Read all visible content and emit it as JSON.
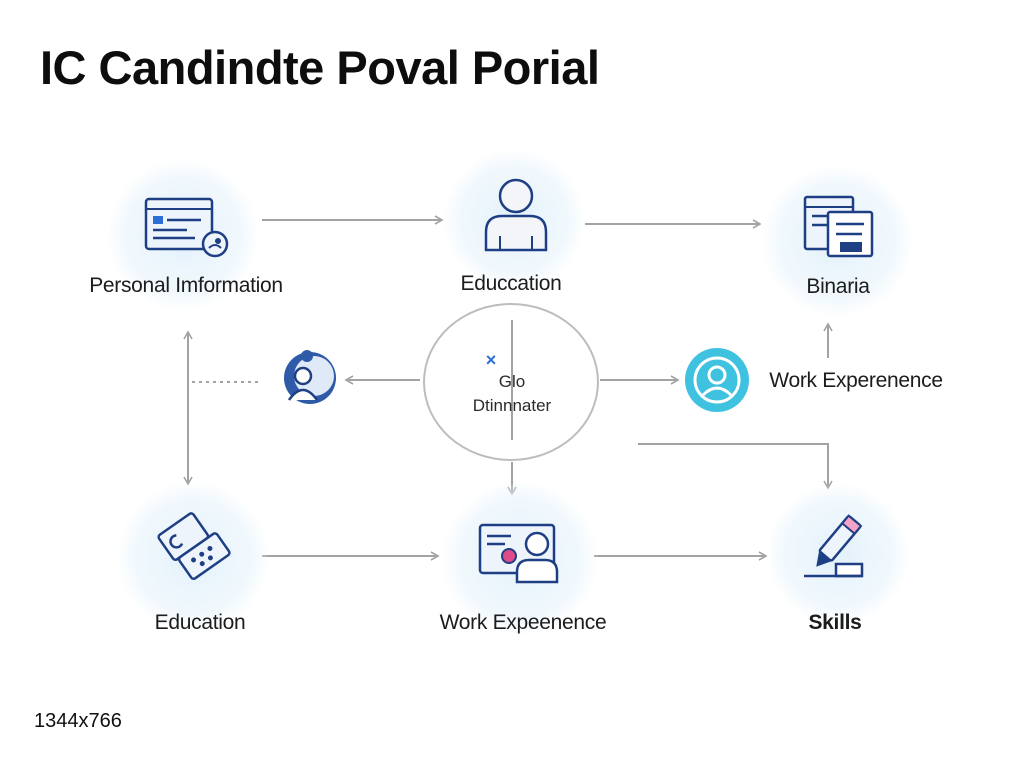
{
  "title": "IC Candindte Poval Porial",
  "footer": "1344x766",
  "nodes": {
    "personal_information": {
      "label": "Personal Imformation",
      "icon": "form-icon"
    },
    "education_top": {
      "label": "Educcation",
      "icon": "user-icon"
    },
    "binaria": {
      "label": "Binaria",
      "icon": "documents-icon"
    },
    "profile": {
      "label": "",
      "icon": "profile-icon"
    },
    "work_experience_right": {
      "label": "Work Experenence",
      "icon": "avatar-target-icon"
    },
    "education_bottom": {
      "label": "Education",
      "icon": "tag-icon"
    },
    "work_experience_bottom": {
      "label": "Work Expeenence",
      "icon": "id-card-icon"
    },
    "skills": {
      "label": "Skills",
      "icon": "pen-icon"
    }
  },
  "center": {
    "line1": "Glo",
    "line2": "Dtinnnater",
    "mark": "×"
  },
  "colors": {
    "icon_stroke": "#1f3f84",
    "icon_fill_light": "#e9f1fb",
    "accent_cyan": "#3fc1e0",
    "accent_pink": "#e04a8a",
    "arrow": "#a3a3a3"
  }
}
